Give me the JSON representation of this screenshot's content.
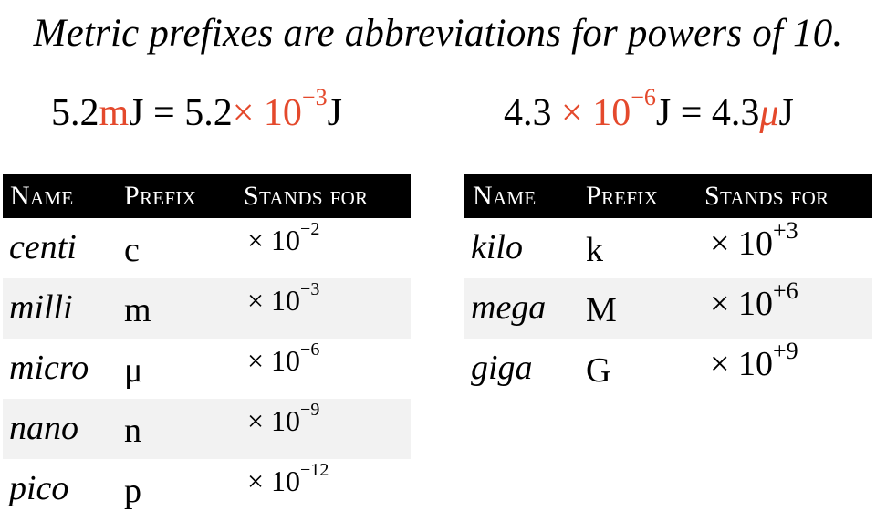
{
  "title": "Metric prefixes are abbreviations for powers of 10.",
  "equations": {
    "left": {
      "number": "5.2",
      "prefix": "m",
      "unit": "J",
      "equals": "=",
      "number2": "5.2",
      "times": "×",
      "base": "10",
      "exponent": "−3",
      "unit2": "J"
    },
    "right": {
      "number": "4.3",
      "times": "×",
      "base": "10",
      "exponent": "−6",
      "unit": "J",
      "equals": "=",
      "number2": "4.3",
      "prefix": "μ",
      "unit2": "J"
    }
  },
  "headers": {
    "name": "Name",
    "prefix": "Prefix",
    "stands_for": "Stands for"
  },
  "table_left": [
    {
      "name": "centi",
      "prefix": "c",
      "times": "×",
      "base": "10",
      "exp": "−2"
    },
    {
      "name": "milli",
      "prefix": "m",
      "times": "×",
      "base": "10",
      "exp": "−3"
    },
    {
      "name": "micro",
      "prefix": "μ",
      "times": "×",
      "base": "10",
      "exp": "−6"
    },
    {
      "name": "nano",
      "prefix": "n",
      "times": "×",
      "base": "10",
      "exp": "−9"
    },
    {
      "name": "pico",
      "prefix": "p",
      "times": "×",
      "base": "10",
      "exp": "−12"
    }
  ],
  "table_right": [
    {
      "name": "kilo",
      "prefix": "k",
      "times": "×",
      "base": "10",
      "exp": "+3"
    },
    {
      "name": "mega",
      "prefix": "M",
      "times": "×",
      "base": "10",
      "exp": "+6"
    },
    {
      "name": "giga",
      "prefix": "G",
      "times": "×",
      "base": "10",
      "exp": "+9"
    }
  ],
  "colors": {
    "accent": "#e4492c",
    "header_bg": "#000000",
    "row_alt_bg": "#f2f2f2"
  }
}
